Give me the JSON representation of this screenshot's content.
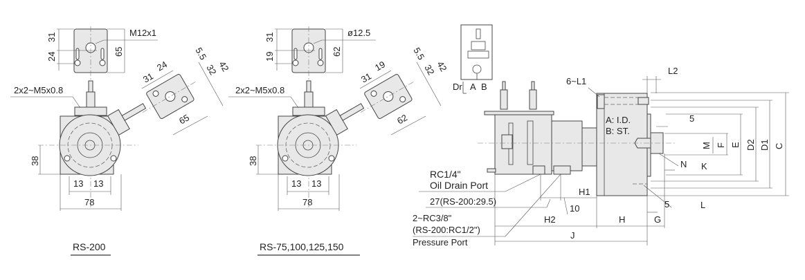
{
  "rs200": {
    "model": "RS-200",
    "top_dim_1": "31",
    "top_dim_2": "24",
    "top_height": "65",
    "thread": "M12x1",
    "mount_screws": "2x2~M5x0.8",
    "ang_dim_1": "31",
    "ang_dim_2": "24",
    "ang_dim_3": "5.5",
    "ang_dim_4": "32",
    "ang_dim_5": "42",
    "ang_width": "65",
    "height": "38",
    "offset_left": "13",
    "offset_right": "13",
    "width": "78"
  },
  "rs75": {
    "model": "RS-75,100,125,150",
    "top_dim_1": "31",
    "top_dim_2": "19",
    "top_height": "62",
    "thread": "ø12.5",
    "mount_screws": "2x2~M5x0.8",
    "ang_dim_1": "31",
    "ang_dim_2": "19",
    "ang_dim_3": "5.5",
    "ang_dim_4": "32",
    "ang_dim_5": "42",
    "ang_width": "62",
    "height": "38",
    "offset_left": "13",
    "offset_right": "13",
    "width": "78"
  },
  "side": {
    "schematic": {
      "dr": "Dr",
      "a": "A",
      "b": "B"
    },
    "l1": "6~L1",
    "l2": "L2",
    "legend_a": "A: I.D.",
    "legend_b": "B: ST.",
    "dim_5_top": "5",
    "m": "M",
    "f": "F",
    "e": "E",
    "d2": "D2",
    "d1": "D1",
    "c": "C",
    "n": "N",
    "k": "K",
    "l": "L",
    "dim_5_bottom": "5",
    "g": "G",
    "h": "H",
    "h1": "H1",
    "h2": "H2",
    "j": "J",
    "dim_10": "10",
    "drain_size": "RC1/4\"",
    "drain_label": "Oil Drain Port",
    "dim_27": "27(RS-200:29.5)",
    "pressure_size": "2~RC3/8\"",
    "pressure_alt": "(RS-200:RC1/2\")",
    "pressure_label": "Pressure Port"
  }
}
